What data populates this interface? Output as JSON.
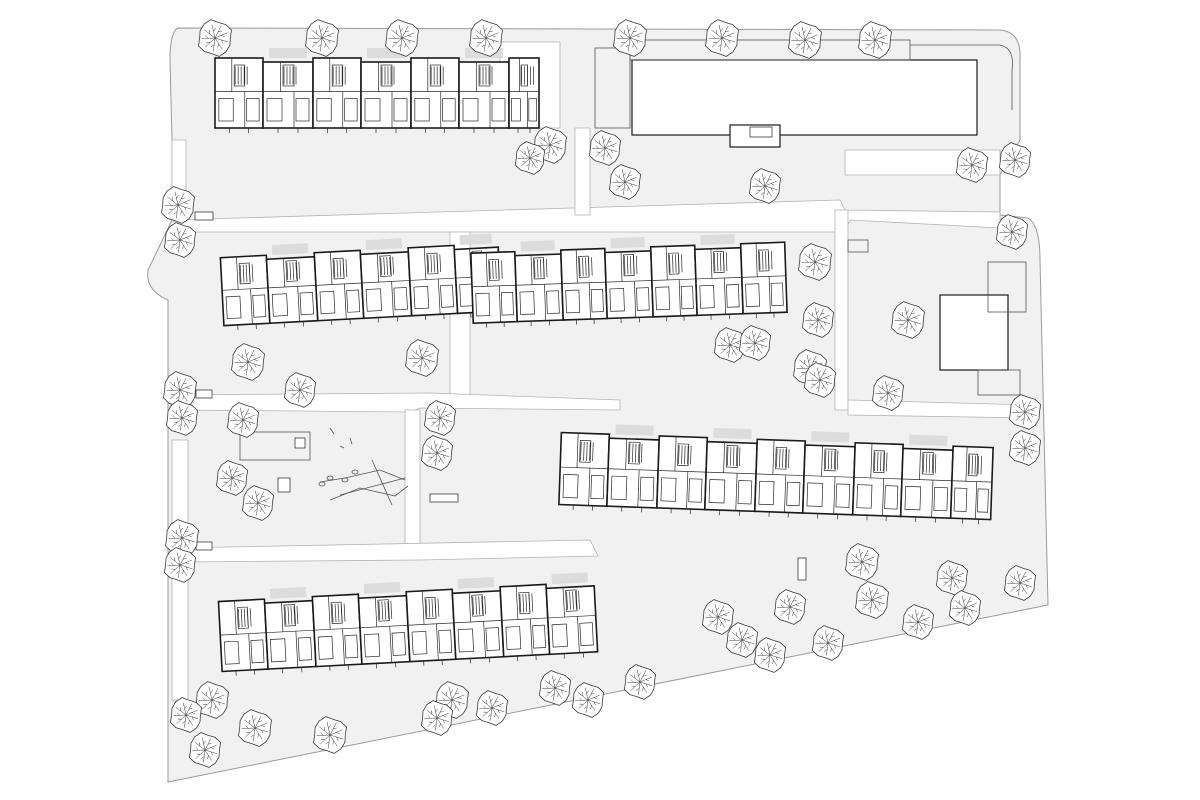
{
  "plan": {
    "colors": {
      "background": "#ffffff",
      "ground": "#f1f1f1",
      "path": "#ffffff",
      "building_line": "#1a1a1a",
      "terrace": "#dcdcdc",
      "tree_line": "#3a3a3a"
    },
    "elements": [
      "site-boundary",
      "courtyard-lawn",
      "pedestrian-path",
      "housing-block",
      "existing-building",
      "playground",
      "tree",
      "stair"
    ]
  }
}
